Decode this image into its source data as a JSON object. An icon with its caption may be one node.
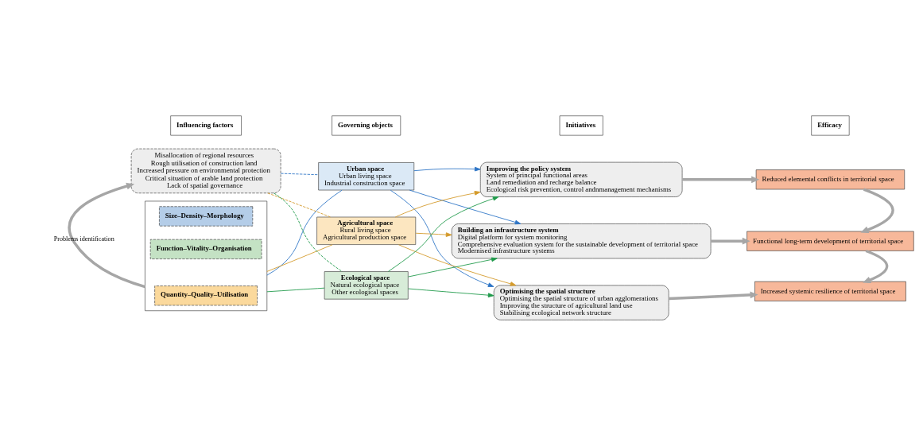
{
  "diagram": {
    "nodes": [
      {
        "text": [
          "Influencing factors"
        ]
      },
      {
        "text": [
          "Governing objects"
        ]
      },
      {
        "text": [
          "Initiatives"
        ]
      },
      {
        "text": [
          "Efficacy"
        ]
      },
      {
        "text": [],
        "shape": "box"
      },
      {
        "text": [
          "Size–Density–Morphology"
        ],
        "in": 4
      },
      {
        "text": [
          "Quantity–Quality–Utilisation"
        ],
        "in": 4
      },
      {
        "text": [
          "Function–Vitality–Organisation"
        ],
        "in": 4
      },
      {
        "text": [
          "Misallocation of regional resources",
          "Rough utilisation of construction land",
          "Increased pressure on environmental protection",
          "Critical situation of arable land protection",
          "Lack of spatial governance"
        ]
      },
      {
        "text": [
          "Urban space",
          "Urban living space",
          "Industrial construction space"
        ]
      },
      {
        "text": [
          "Agricultural space",
          "Rural living space",
          "Agricultural production space"
        ]
      },
      {
        "text": [
          "Ecological space",
          "Natural ecological space",
          "Other ecological spaces"
        ]
      },
      {
        "text": [
          "Improving the policy system",
          "System of principal functional areas",
          "Land remediation and recharge balance",
          "Ecological risk prevention, control andnmanagement mechanisms"
        ]
      },
      {
        "text": [
          "Building an infrastructure system",
          "Digital platform for system monitoring",
          "Comprehensive evaluation system for the sustainable development of territorial space",
          "Modernised infrastructure systems"
        ]
      },
      {
        "text": [
          "Optimising the spatial structure",
          "Optimising the spatial structure of urban agglomerations",
          "Improving the structure of agricultural land use",
          "Stabilising ecological network structure"
        ]
      },
      {
        "text": [
          "Reduced elemental conflicts in territorial space"
        ]
      },
      {
        "text": [
          "Functional long-term development of territorial space"
        ]
      },
      {
        "text": [
          "Increased systemic resilience of territorial space"
        ]
      }
    ],
    "edges": [
      {
        "from": 4,
        "to": 8,
        "arrow": "to",
        "label": "Problems identification",
        "style": "thick"
      },
      {
        "from": 4,
        "to": 9,
        "arrow": "none",
        "color": "#2e75c6"
      },
      {
        "from": 4,
        "to": 10,
        "arrow": "none",
        "color": "#d49a2a"
      },
      {
        "from": 4,
        "to": 11,
        "arrow": "none",
        "color": "#1f9a4a"
      },
      {
        "from": 8,
        "to": 9,
        "arrow": "none",
        "style": "dashed",
        "color": "#2e75c6"
      },
      {
        "from": 8,
        "to": 10,
        "arrow": "none",
        "style": "dashed",
        "color": "#d49a2a"
      },
      {
        "from": 8,
        "to": 11,
        "arrow": "none",
        "style": "dashed",
        "color": "#1f9a4a"
      },
      {
        "from": 9,
        "to": 12,
        "arrow": "to",
        "color": "#2e75c6"
      },
      {
        "from": 9,
        "to": 13,
        "arrow": "to",
        "color": "#2e75c6"
      },
      {
        "from": 9,
        "to": 14,
        "arrow": "to",
        "color": "#2e75c6"
      },
      {
        "from": 10,
        "to": 12,
        "arrow": "to",
        "color": "#d49a2a"
      },
      {
        "from": 10,
        "to": 13,
        "arrow": "to",
        "color": "#d49a2a"
      },
      {
        "from": 10,
        "to": 14,
        "arrow": "to",
        "color": "#d49a2a"
      },
      {
        "from": 11,
        "to": 12,
        "arrow": "to",
        "color": "#1f9a4a"
      },
      {
        "from": 11,
        "to": 13,
        "arrow": "to",
        "color": "#1f9a4a"
      },
      {
        "from": 11,
        "to": 14,
        "arrow": "to",
        "color": "#1f9a4a"
      },
      {
        "from": 12,
        "to": 15,
        "arrow": "to",
        "style": "thick"
      },
      {
        "from": 13,
        "to": 16,
        "arrow": "to",
        "style": "thick"
      },
      {
        "from": 14,
        "to": 17,
        "arrow": "to",
        "style": "thick"
      },
      {
        "from": 15,
        "to": 16,
        "arrow": "to",
        "style": "thick"
      },
      {
        "from": 16,
        "to": 17,
        "arrow": "to",
        "style": "thick"
      }
    ]
  }
}
